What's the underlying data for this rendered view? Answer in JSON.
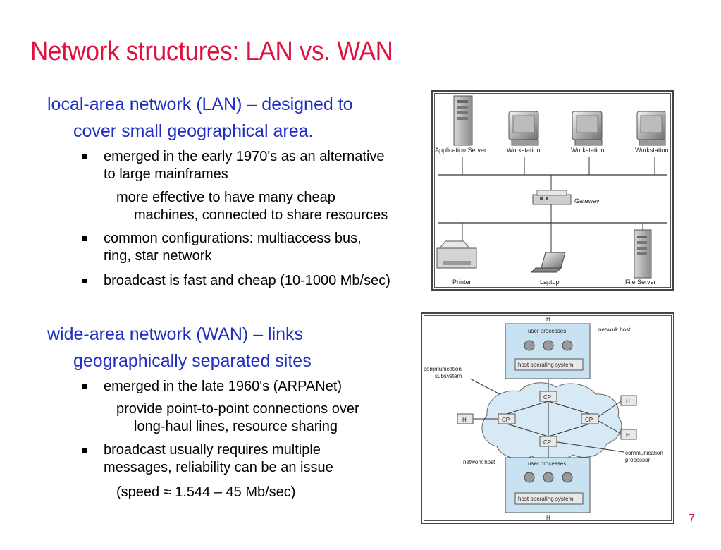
{
  "title": "Network structures: LAN vs. WAN",
  "page_number": "7",
  "lan": {
    "heading_line1": "local-area network (LAN) – designed to",
    "heading_line2": "cover small geographical area.",
    "bullet1_line1": "emerged in the early 1970's as an alternative",
    "bullet1_line2": "to large mainframes",
    "sub1_line1": "more effective to have many cheap",
    "sub1_line2": "machines, connected to share resources",
    "bullet2_line1": "common configurations: multiaccess bus,",
    "bullet2_line2": "ring, star network",
    "bullet3": "broadcast is fast and cheap (10-1000 Mb/sec)"
  },
  "wan": {
    "heading_line1": "wide-area network (WAN) – links",
    "heading_line2": "geographically separated sites",
    "bullet1": "emerged in the late 1960's (ARPANet)",
    "sub1_line1": "provide point-to-point connections over",
    "sub1_line2": "long-haul lines, resource sharing",
    "bullet2_line1": "broadcast usually requires multiple",
    "bullet2_line2": "messages, reliability can be an issue",
    "sub2": "(speed ≈ 1.544 – 45  Mb/sec)"
  },
  "lan_figure": {
    "labels": {
      "app_server": "Application Server",
      "workstation": "Workstation",
      "gateway": "Gateway",
      "printer": "Printer",
      "laptop": "Laptop",
      "file_server": "File Server"
    }
  },
  "wan_figure": {
    "labels": {
      "h": "H",
      "cp": "CP",
      "user_processes": "user processes",
      "host_os": "host operating system",
      "network_host": "network host",
      "comm_subsystem_1": "communication",
      "comm_subsystem_2": "subsystem",
      "comm_processor_1": "communication",
      "comm_processor_2": "processor"
    }
  },
  "colors": {
    "title": "#e0113f",
    "heading": "#1f2fc4",
    "cloud": "#d6e9f5",
    "host_box": "#c9e2f2"
  }
}
